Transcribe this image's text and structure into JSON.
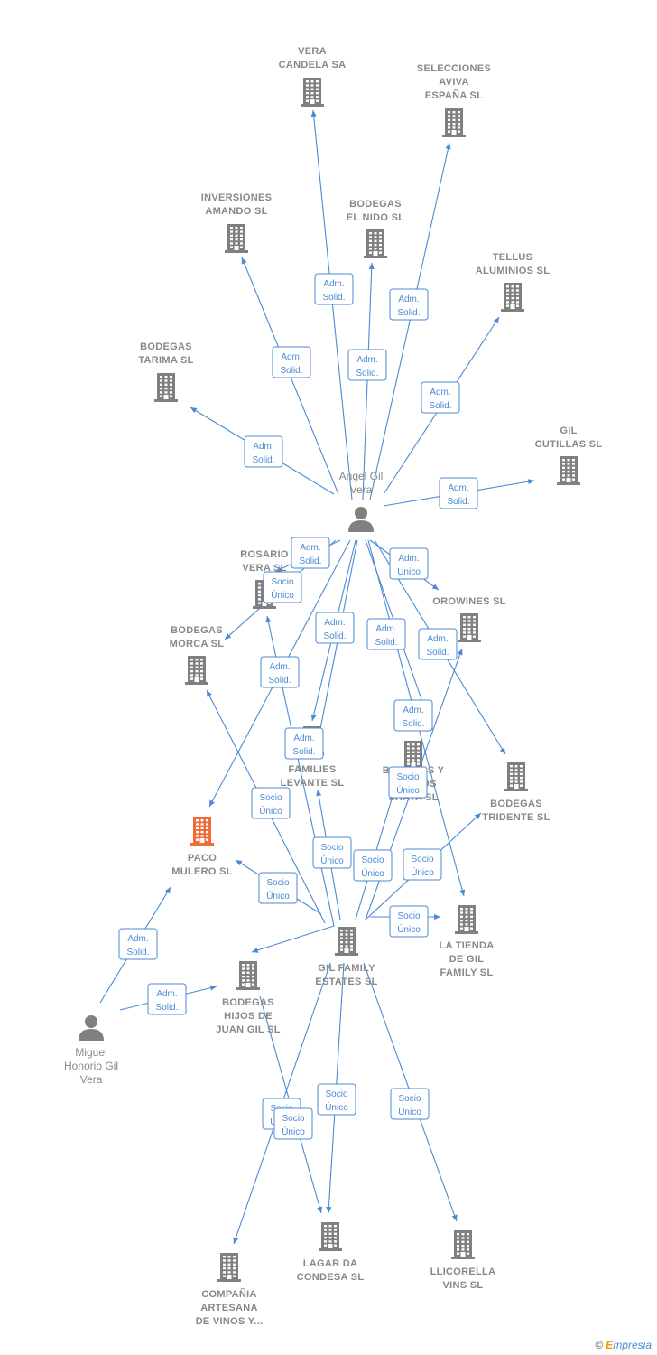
{
  "colors": {
    "edge": "#4a8ad4",
    "company": "#808080",
    "highlight": "#f26a36",
    "person": "#808080"
  },
  "brand": {
    "symbol": "©",
    "e": "E",
    "rest": "mpresia"
  },
  "persons": [
    {
      "id": "angel",
      "lines": [
        "Angel Gil",
        "Vera"
      ]
    },
    {
      "id": "miguel",
      "lines": [
        "Miguel",
        "Honorio Gil",
        "Vera"
      ]
    }
  ],
  "companies": [
    {
      "id": "vera_candela",
      "lines": [
        "VERA",
        "CANDELA SA"
      ]
    },
    {
      "id": "selecciones",
      "lines": [
        "SELECCIONES",
        "AVIVA",
        "ESPAÑA SL"
      ]
    },
    {
      "id": "inversiones",
      "lines": [
        "INVERSIONES",
        "AMANDO SL"
      ]
    },
    {
      "id": "nido",
      "lines": [
        "BODEGAS",
        "EL NIDO SL"
      ]
    },
    {
      "id": "tellus",
      "lines": [
        "TELLUS",
        "ALUMINIOS  SL"
      ]
    },
    {
      "id": "tarima",
      "lines": [
        "BODEGAS",
        "TARIMA SL"
      ]
    },
    {
      "id": "cutillas",
      "lines": [
        "GIL",
        "CUTILLAS SL"
      ]
    },
    {
      "id": "rosario",
      "lines": [
        "ROSARIO",
        "VERA  SL"
      ]
    },
    {
      "id": "orowines",
      "lines": [
        "OROWINES SL"
      ]
    },
    {
      "id": "morca",
      "lines": [
        "BODEGAS",
        "MORCA  SL"
      ]
    },
    {
      "id": "levante",
      "lines": [
        "GIL",
        "FAMILIES",
        "LEVANTE  SL"
      ]
    },
    {
      "id": "shaya",
      "lines": [
        "BODEGAS Y",
        "VIÑEDOS",
        "SHAYA  SL"
      ]
    },
    {
      "id": "tridente",
      "lines": [
        "BODEGAS",
        "TRIDENTE  SL"
      ]
    },
    {
      "id": "paco",
      "lines": [
        "PACO",
        "MULERO  SL"
      ]
    },
    {
      "id": "gilfamily",
      "lines": [
        "GIL FAMILY",
        "ESTATES SL"
      ]
    },
    {
      "id": "tienda",
      "lines": [
        "LA TIENDA",
        "DE GIL",
        "FAMILY  SL"
      ]
    },
    {
      "id": "hijos",
      "lines": [
        "BODEGAS",
        "HIJOS DE",
        "JUAN GIL SL"
      ]
    },
    {
      "id": "artesana",
      "lines": [
        "COMPAÑIA",
        "ARTESANA",
        "DE VINOS Y..."
      ]
    },
    {
      "id": "lagar",
      "lines": [
        "LAGAR DA",
        "CONDESA SL"
      ]
    },
    {
      "id": "llicorella",
      "lines": [
        "LLICORELLA",
        "VINS  SL"
      ]
    }
  ],
  "relations": [
    {
      "from": "angel",
      "to": "vera_candela",
      "lines": [
        "Adm.",
        "Solid."
      ]
    },
    {
      "from": "angel",
      "to": "selecciones",
      "lines": [
        "Adm.",
        "Solid."
      ]
    },
    {
      "from": "angel",
      "to": "inversiones",
      "lines": [
        "Adm.",
        "Solid."
      ]
    },
    {
      "from": "angel",
      "to": "nido",
      "lines": [
        "Adm.",
        "Solid."
      ]
    },
    {
      "from": "angel",
      "to": "tellus",
      "lines": [
        "Adm.",
        "Solid."
      ]
    },
    {
      "from": "angel",
      "to": "tarima",
      "lines": [
        "Adm.",
        "Solid."
      ]
    },
    {
      "from": "angel",
      "to": "cutillas",
      "lines": [
        "Adm.",
        "Solid."
      ]
    },
    {
      "from": "angel",
      "to": "rosario",
      "lines": [
        "Adm.",
        "Solid."
      ]
    },
    {
      "from": "angel",
      "to": "morca",
      "lines": [
        "Adm.",
        "Solid."
      ]
    },
    {
      "from": "angel",
      "to": "orowines",
      "lines": [
        "Adm.",
        "Unico"
      ]
    },
    {
      "from": "angel",
      "to": "levante",
      "lines": [
        "Adm.",
        "Solid."
      ]
    },
    {
      "from": "angel",
      "to": "shaya",
      "lines": [
        "Adm.",
        "Solid."
      ]
    },
    {
      "from": "angel",
      "to": "tridente",
      "lines": [
        "Adm.",
        "Solid."
      ]
    },
    {
      "from": "angel",
      "to": "paco",
      "lines": [
        "Adm.",
        "Solid."
      ]
    },
    {
      "from": "angel",
      "to": "tienda",
      "lines": [
        "Adm.",
        "Solid."
      ]
    },
    {
      "from": "angel",
      "to": "gilfamily",
      "lines": [
        "Adm.",
        "Solid."
      ]
    },
    {
      "from": "gilfamily",
      "to": "rosario",
      "lines": [
        "Socio",
        "Único"
      ]
    },
    {
      "from": "gilfamily",
      "to": "morca",
      "lines": [
        "Socio",
        "Único"
      ]
    },
    {
      "from": "gilfamily",
      "to": "levante",
      "lines": [
        "Socio",
        "Único"
      ]
    },
    {
      "from": "gilfamily",
      "to": "shaya",
      "lines": [
        "Socio",
        "Único"
      ]
    },
    {
      "from": "gilfamily",
      "to": "orowines",
      "lines": [
        "Socio",
        "Único"
      ]
    },
    {
      "from": "gilfamily",
      "to": "tridente",
      "lines": [
        "Socio",
        "Único"
      ]
    },
    {
      "from": "gilfamily",
      "to": "paco",
      "lines": [
        "Socio",
        "Único"
      ]
    },
    {
      "from": "gilfamily",
      "to": "tienda",
      "lines": [
        "Socio",
        "Único"
      ]
    },
    {
      "from": "gilfamily",
      "to": "hijos",
      "lines": [
        "Socio",
        "Único"
      ]
    },
    {
      "from": "gilfamily",
      "to": "lagar",
      "lines": [
        "Socio",
        "Único"
      ]
    },
    {
      "from": "gilfamily",
      "to": "artesana",
      "lines": [
        "Socio",
        "Único"
      ]
    },
    {
      "from": "gilfamily",
      "to": "llicorella",
      "lines": [
        "Socio",
        "Único"
      ]
    },
    {
      "from": "hijos",
      "to": "lagar",
      "lines": [
        "Socio",
        "Único"
      ]
    },
    {
      "from": "miguel",
      "to": "paco",
      "lines": [
        "Adm.",
        "Solid."
      ]
    },
    {
      "from": "miguel",
      "to": "hijos",
      "lines": [
        "Adm.",
        "Solid."
      ]
    }
  ]
}
